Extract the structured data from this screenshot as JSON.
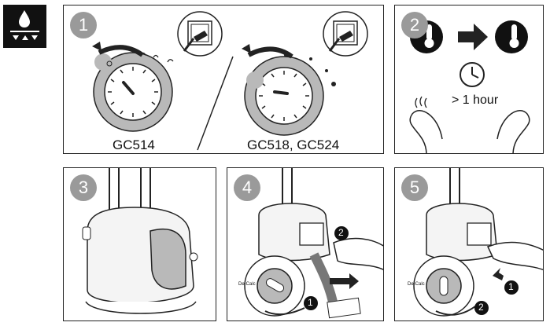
{
  "steps": [
    {
      "number": "1",
      "label_left": "GC514",
      "label_right": "GC518, GC524"
    },
    {
      "number": "2",
      "duration": "> 1 hour"
    },
    {
      "number": "3"
    },
    {
      "number": "4",
      "callout_1": "1",
      "callout_2": "2",
      "dial_text": "De-Calc"
    },
    {
      "number": "5",
      "callout_1": "1",
      "callout_2": "2",
      "dial_text": "De-Calc"
    }
  ],
  "icons": {
    "badge": "water-drop-descale-icon",
    "arrows": "curved-arrow-icon",
    "thermometer": "thermometer-icon",
    "clock": "clock-icon",
    "hot": "steam-icon"
  }
}
